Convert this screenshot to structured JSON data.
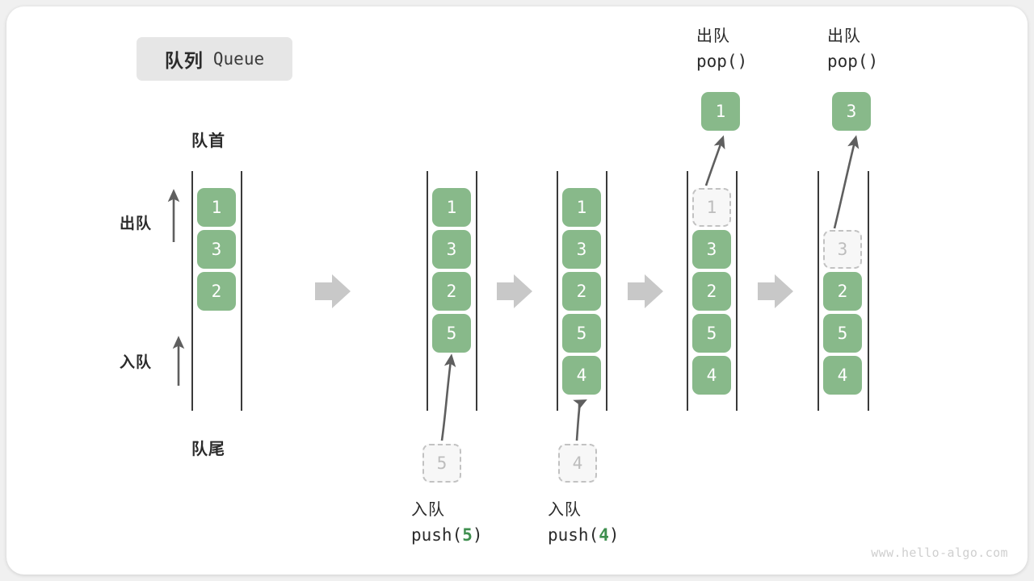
{
  "title": {
    "cn": "队列",
    "en": "Queue"
  },
  "labels": {
    "front": "队首",
    "rear": "队尾",
    "dequeue": "出队",
    "enqueue": "入队"
  },
  "watermark": "www.hello-algo.com",
  "colors": {
    "cell_green": "#88b98a",
    "ghost_fill": "#f7f7f7",
    "ghost_border": "#c2c2c2",
    "ghost_text": "#bdbdbd",
    "rail": "#3a3a3a",
    "arrow_gray": "#c8c8c8",
    "arrow_dark": "#5f5f5f",
    "code_arg": "#3f8f4f",
    "chip_bg": "#e6e6e6",
    "text": "#2b2b2b"
  },
  "steps": [
    {
      "id": "initial",
      "cells": [
        "1",
        "3",
        "2"
      ],
      "ghost": null,
      "caption_cn": null,
      "caption_code": null
    },
    {
      "id": "push-5",
      "cells": [
        "1",
        "3",
        "2",
        "5"
      ],
      "ghost": {
        "value": "5",
        "position": "below"
      },
      "caption_cn": "入队",
      "caption_code": "push(5)",
      "caption_code_prefix": "push(",
      "caption_code_arg": "5",
      "caption_code_suffix": ")"
    },
    {
      "id": "push-4",
      "cells": [
        "1",
        "3",
        "2",
        "5",
        "4"
      ],
      "ghost": {
        "value": "4",
        "position": "below"
      },
      "caption_cn": "入队",
      "caption_code": "push(4)",
      "caption_code_prefix": "push(",
      "caption_code_arg": "4",
      "caption_code_suffix": ")"
    },
    {
      "id": "pop-1",
      "cells": [
        "3",
        "2",
        "5",
        "4"
      ],
      "ghost": {
        "value": "1",
        "position": "slot-0"
      },
      "popped": "1",
      "caption_cn": "出队",
      "caption_code": "pop()"
    },
    {
      "id": "pop-3",
      "cells": [
        "2",
        "5",
        "4"
      ],
      "ghost": {
        "value": "3",
        "position": "slot-1"
      },
      "popped": "3",
      "caption_cn": "出队",
      "caption_code": "pop()"
    }
  ],
  "separators": [
    "arrow-right",
    "arrow-right",
    "arrow-right",
    "arrow-right"
  ]
}
